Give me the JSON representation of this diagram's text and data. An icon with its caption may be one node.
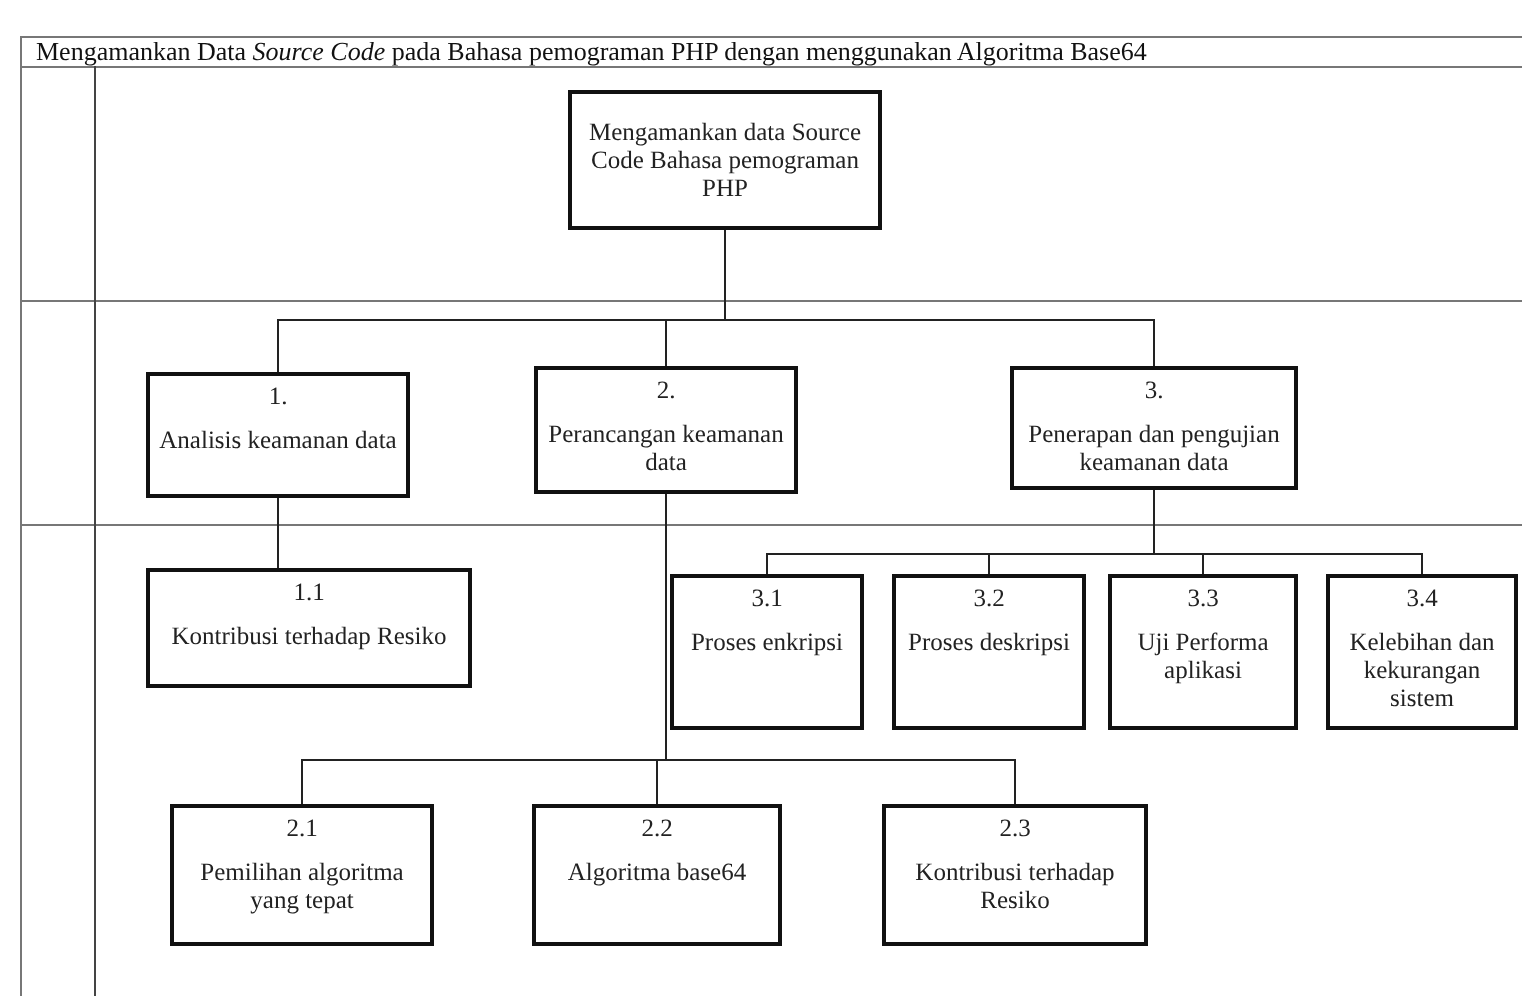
{
  "diagram": {
    "title": "Mengamankan Data *Source Code* pada Bahasa pemograman PHP dengan menggunakan Algoritma Base64",
    "nodes": [
      {
        "text": [
          "Mengamankan data Source Code Bahasa pemograman PHP"
        ]
      },
      {
        "text": [
          "1.",
          "Analisis keamanan data"
        ]
      },
      {
        "text": [
          "2.",
          "Perancangan keamanan data"
        ]
      },
      {
        "text": [
          "3.",
          "Penerapan dan pengujian keamanan data"
        ]
      },
      {
        "text": [
          "1.1",
          "Kontribusi terhadap Resiko"
        ]
      },
      {
        "text": [
          "3.1",
          "Proses enkripsi"
        ]
      },
      {
        "text": [
          "3.2",
          "Proses deskripsi"
        ]
      },
      {
        "text": [
          "3.3",
          "Uji Performa aplikasi"
        ]
      },
      {
        "text": [
          "3.4",
          "Kelebihan dan kekurangan sistem"
        ]
      },
      {
        "text": [
          "2.1",
          "Pemilihan algoritma yang tepat"
        ]
      },
      {
        "text": [
          "2.2",
          "Algoritma base64"
        ]
      },
      {
        "text": [
          "2.3",
          "Kontribusi terhadap Resiko"
        ]
      }
    ],
    "edges": [
      {
        "from": 0,
        "to": 1,
        "arrow": "none"
      },
      {
        "from": 0,
        "to": 2,
        "arrow": "none"
      },
      {
        "from": 0,
        "to": 3,
        "arrow": "none"
      },
      {
        "from": 1,
        "to": 4,
        "arrow": "none"
      },
      {
        "from": 3,
        "to": 5,
        "arrow": "none"
      },
      {
        "from": 3,
        "to": 6,
        "arrow": "none"
      },
      {
        "from": 3,
        "to": 7,
        "arrow": "none"
      },
      {
        "from": 3,
        "to": 8,
        "arrow": "none"
      },
      {
        "from": 2,
        "to": 9,
        "arrow": "none"
      },
      {
        "from": 2,
        "to": 10,
        "arrow": "none"
      },
      {
        "from": 2,
        "to": 11,
        "arrow": "none"
      }
    ]
  }
}
